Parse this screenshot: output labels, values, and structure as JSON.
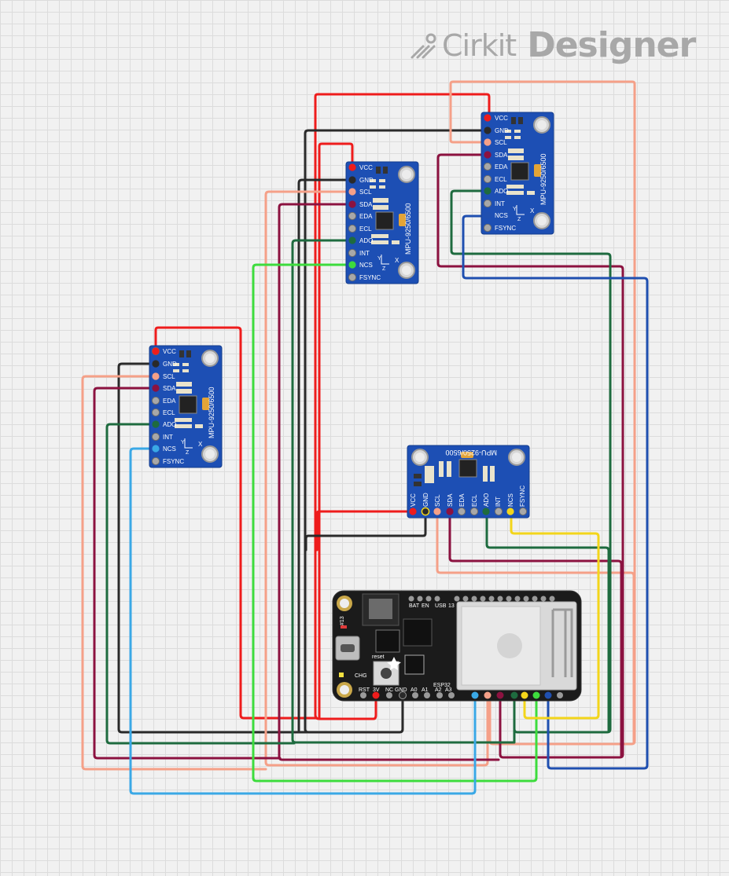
{
  "brand": {
    "word1": "Cirkit",
    "word2": "Designer",
    "icon": "cirkit-logo-icon"
  },
  "modules": [
    {
      "id": "imu-1",
      "part": "MPU-9250/6500",
      "pins": [
        "VCC",
        "GND",
        "SCL",
        "SDA",
        "EDA",
        "ECL",
        "ADO",
        "INT",
        "NCS",
        "FSYNC"
      ]
    },
    {
      "id": "imu-2",
      "part": "MPU-9250/6500",
      "pins": [
        "VCC",
        "GND",
        "SCL",
        "SDA",
        "EDA",
        "ECL",
        "ADO",
        "INT",
        "NCS",
        "FSYNC"
      ]
    },
    {
      "id": "imu-3",
      "part": "MPU-9250/6500",
      "pins": [
        "VCC",
        "GND",
        "SCL",
        "SDA",
        "EDA",
        "ECL",
        "ADO",
        "INT",
        "NCS",
        "FSYNC"
      ]
    },
    {
      "id": "imu-4",
      "part": "MPU-9250/6500",
      "pins": [
        "VCC",
        "GND",
        "SCL",
        "SDA",
        "EDA",
        "ECL",
        "ADO",
        "INT",
        "NCS",
        "FSYNC"
      ]
    }
  ],
  "mcu": {
    "bottom_labels": [
      "RST",
      "3V",
      "NC",
      "GND",
      "A0",
      "A1",
      "A2",
      "A3"
    ],
    "top_labels": [
      "BAT",
      "EN",
      "USB",
      "13"
    ],
    "misc_labels": {
      "reset": "reset",
      "chg": "CHG",
      "chip": "ESP32",
      "led": "#13"
    }
  },
  "wire_colors": {
    "vcc": "#ee1c1c",
    "gnd": "#2a2a2a",
    "scl": "#f5a088",
    "sda": "#8c1240",
    "ado": "#1e6b3f",
    "ncs_green": "#3ddc3d",
    "ncs_blue": "#1f4fb0",
    "ncs_cyan": "#3aa8e6",
    "ncs_yellow": "#f3d51a"
  }
}
